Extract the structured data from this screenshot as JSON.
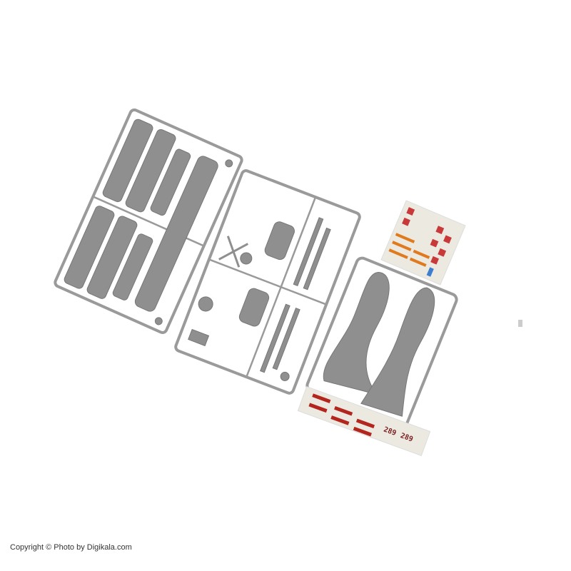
{
  "caption": {
    "copyright": "Copyright © Photo by Digikala.com"
  },
  "decal_sheet_2": {
    "number_1": "289",
    "number_2": "289"
  }
}
